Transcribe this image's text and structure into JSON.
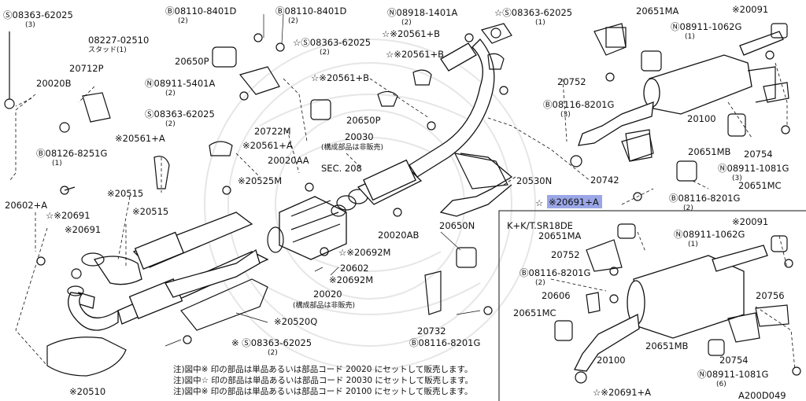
{
  "labels": {
    "l01": "Ⓢ08363-62025",
    "l01q": "(3)",
    "l02": "Ⓑ08110-8401D",
    "l02q": "(2)",
    "l03": "Ⓑ08110-8401D",
    "l03q": "(2)",
    "l04": "Ⓝ08918-1401A",
    "l04q": "(2)",
    "l05": "☆Ⓢ08363-62025",
    "l05q": "(1)",
    "l06": "20651MA",
    "l07": "※20091",
    "l08": "08227-02510",
    "l08q": "スタッド(1)",
    "l09": "☆Ⓢ08363-62025",
    "l09q": "(2)",
    "l10": "☆※20561+B",
    "l11": "Ⓝ08911-1062G",
    "l11q": "(1)",
    "l12": "20650P",
    "l13": "☆※20561+B",
    "l14": "20712P",
    "l15": "20020B",
    "l16": "Ⓝ08911-5401A",
    "l16q": "(2)",
    "l17": "☆※20561+B",
    "l18": "20752",
    "l19": "Ⓑ08116-8201G",
    "l19q": "(3)",
    "l20": "Ⓢ08363-62025",
    "l20q": "(2)",
    "l21": "20100",
    "l22": "20722M",
    "l23": "20650P",
    "l24": "Ⓑ08126-8251G",
    "l24q": "(1)",
    "l25": "※20561+A",
    "l26": "※20561+A",
    "l27": "20030",
    "l27j": "(構成部品は非販売)",
    "l28": "20651MB",
    "l29": "20754",
    "l30": "20020AA",
    "l31": "SEC. 208",
    "l32": "Ⓝ08911-1081G",
    "l32q": "(3)",
    "l33": "※20525M",
    "l34": "20742",
    "l35": "20651MC",
    "l36": "20530N",
    "l37": "※20515",
    "l38": "☆",
    "l39": "※20691+A",
    "l40": "Ⓑ08116-8201G",
    "l40q": "(2)",
    "l41": "20602+A",
    "l42": "※20515",
    "l43": "20020AB",
    "l44": "☆※20691",
    "l45": "※20691",
    "l46": "20650N",
    "l47": "K+K/T.SR18DE",
    "l48": "20651MA",
    "l49": "※20091",
    "l50": "Ⓝ08911-1062G",
    "l50q": "(1)",
    "l51": "☆※20692M",
    "l52": "20752",
    "l53": "20602",
    "l54": "※20692M",
    "l55": "Ⓑ08116-8201G",
    "l55q": "(2)",
    "l56": "20606",
    "l57": "20756",
    "l58": "20020",
    "l58j": "(構成部品は非販売)",
    "l59": "20651MC",
    "l60": "※20520Q",
    "l61": "20732",
    "l62": "※ Ⓢ08363-62025",
    "l62q": "(2)",
    "l63": "Ⓑ08116-8201G",
    "l64": "20651MB",
    "l65": "20754",
    "l66": "20100",
    "l67": "Ⓝ08911-1081G",
    "l67q": "(6)",
    "l68": "※20510",
    "l69": "☆※20691+A"
  },
  "notes": [
    "注)図中※ 印の部品は単品あるいは部品コード 20020 にセットして販売します。",
    "注)図中☆ 印の部品は単品あるいは部品コード 20030 にセットして販売します。",
    "注)図中※ 印の部品は単品あるいは部品コード 20100 にセットして販売します。"
  ],
  "diagram_id": "A200D049",
  "colors": {
    "highlight": "#9aa6e6",
    "ink": "#111111"
  }
}
